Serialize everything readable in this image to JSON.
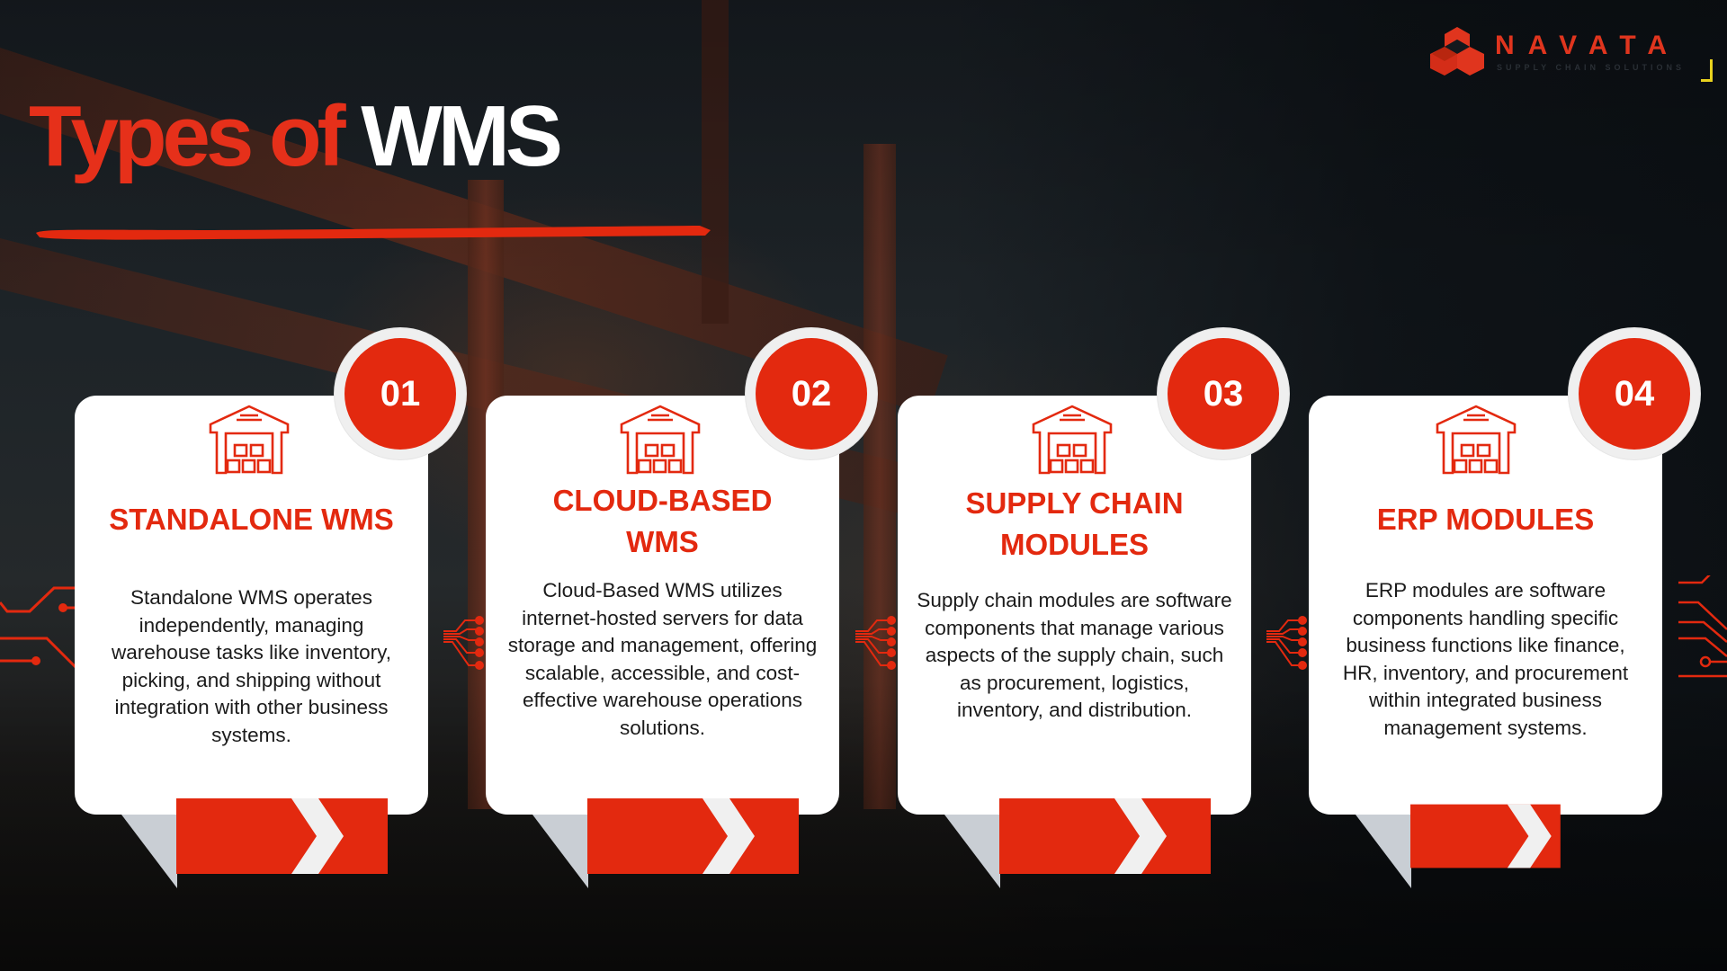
{
  "brand": {
    "name": "NAVATA",
    "tagline": "SUPPLY CHAIN SOLUTIONS",
    "accent": "#e3290f",
    "corner_accent": "#e8d21e"
  },
  "header": {
    "title_part1": "Types of",
    "title_part2": "WMS"
  },
  "cards": [
    {
      "number": "01",
      "icon": "warehouse-icon",
      "title_lines": [
        "STANDALONE WMS"
      ],
      "description": "Standalone WMS operates independently, managing warehouse tasks like inventory, picking, and shipping without integration with other business systems."
    },
    {
      "number": "02",
      "icon": "warehouse-icon",
      "title_lines": [
        "CLOUD-BASED",
        "WMS"
      ],
      "description": "Cloud-Based WMS utilizes internet-hosted servers for data storage and management, offering scalable, accessible, and cost-effective warehouse operations solutions."
    },
    {
      "number": "03",
      "icon": "warehouse-icon",
      "title_lines": [
        "SUPPLY CHAIN",
        "MODULES"
      ],
      "description": "Supply chain modules are software components that manage various aspects of the supply chain, such as procurement, logistics, inventory, and distribution."
    },
    {
      "number": "04",
      "icon": "warehouse-icon",
      "title_lines": [
        "ERP MODULES"
      ],
      "description": "ERP modules are software components handling specific business functions like finance, HR, inventory, and procurement within integrated business management systems."
    }
  ]
}
